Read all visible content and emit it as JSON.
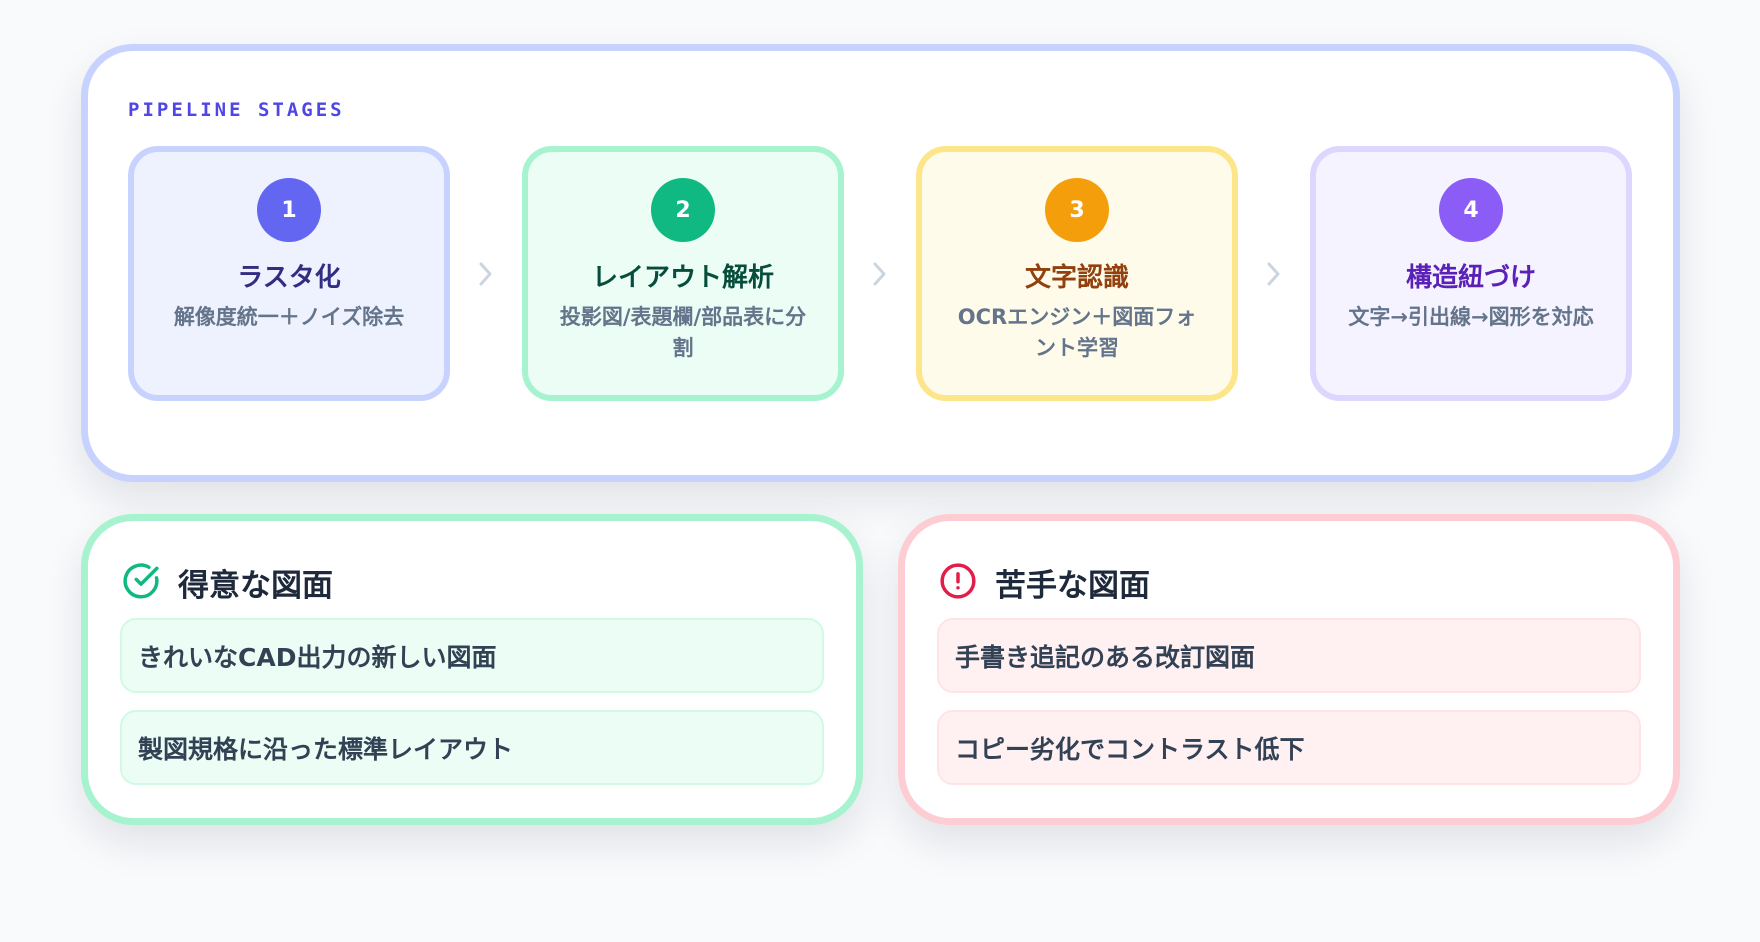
{
  "pipeline": {
    "label": "PIPELINE STAGES",
    "stages": [
      {
        "number": "1",
        "title": "ラスタ化",
        "description": "解像度統一＋ノイズ除去",
        "colors": {
          "border": "#c7d2fe",
          "background": "#eef2ff",
          "badge": "#6366f1",
          "title": "#312e81"
        }
      },
      {
        "number": "2",
        "title": "レイアウト解析",
        "description": "投影図/表題欄/部品表に分割",
        "colors": {
          "border": "#a7f3d0",
          "background": "#ecfdf5",
          "badge": "#10b981",
          "title": "#064e3b"
        }
      },
      {
        "number": "3",
        "title": "文字認識",
        "description": "OCRエンジン＋図面フォント学習",
        "colors": {
          "border": "#fde68a",
          "background": "#fffbeb",
          "badge": "#f59e0b",
          "title": "#92400e"
        }
      },
      {
        "number": "4",
        "title": "構造紐づけ",
        "description": "文字→引出線→図形を対応",
        "colors": {
          "border": "#ddd6fe",
          "background": "#f5f3ff",
          "badge": "#8b5cf6",
          "title": "#5b21b6"
        }
      }
    ],
    "arrow_icon": "chevron-right-icon"
  },
  "good_panel": {
    "icon": "circle-check-icon",
    "icon_color": "#10b981",
    "title": "得意な図面",
    "items": [
      "きれいなCAD出力の新しい図面",
      "製図規格に沿った標準レイアウト"
    ]
  },
  "bad_panel": {
    "icon": "circle-alert-icon",
    "icon_color": "#e11d48",
    "title": "苦手な図面",
    "items": [
      "手書き追記のある改訂図面",
      "コピー劣化でコントラスト低下"
    ]
  }
}
